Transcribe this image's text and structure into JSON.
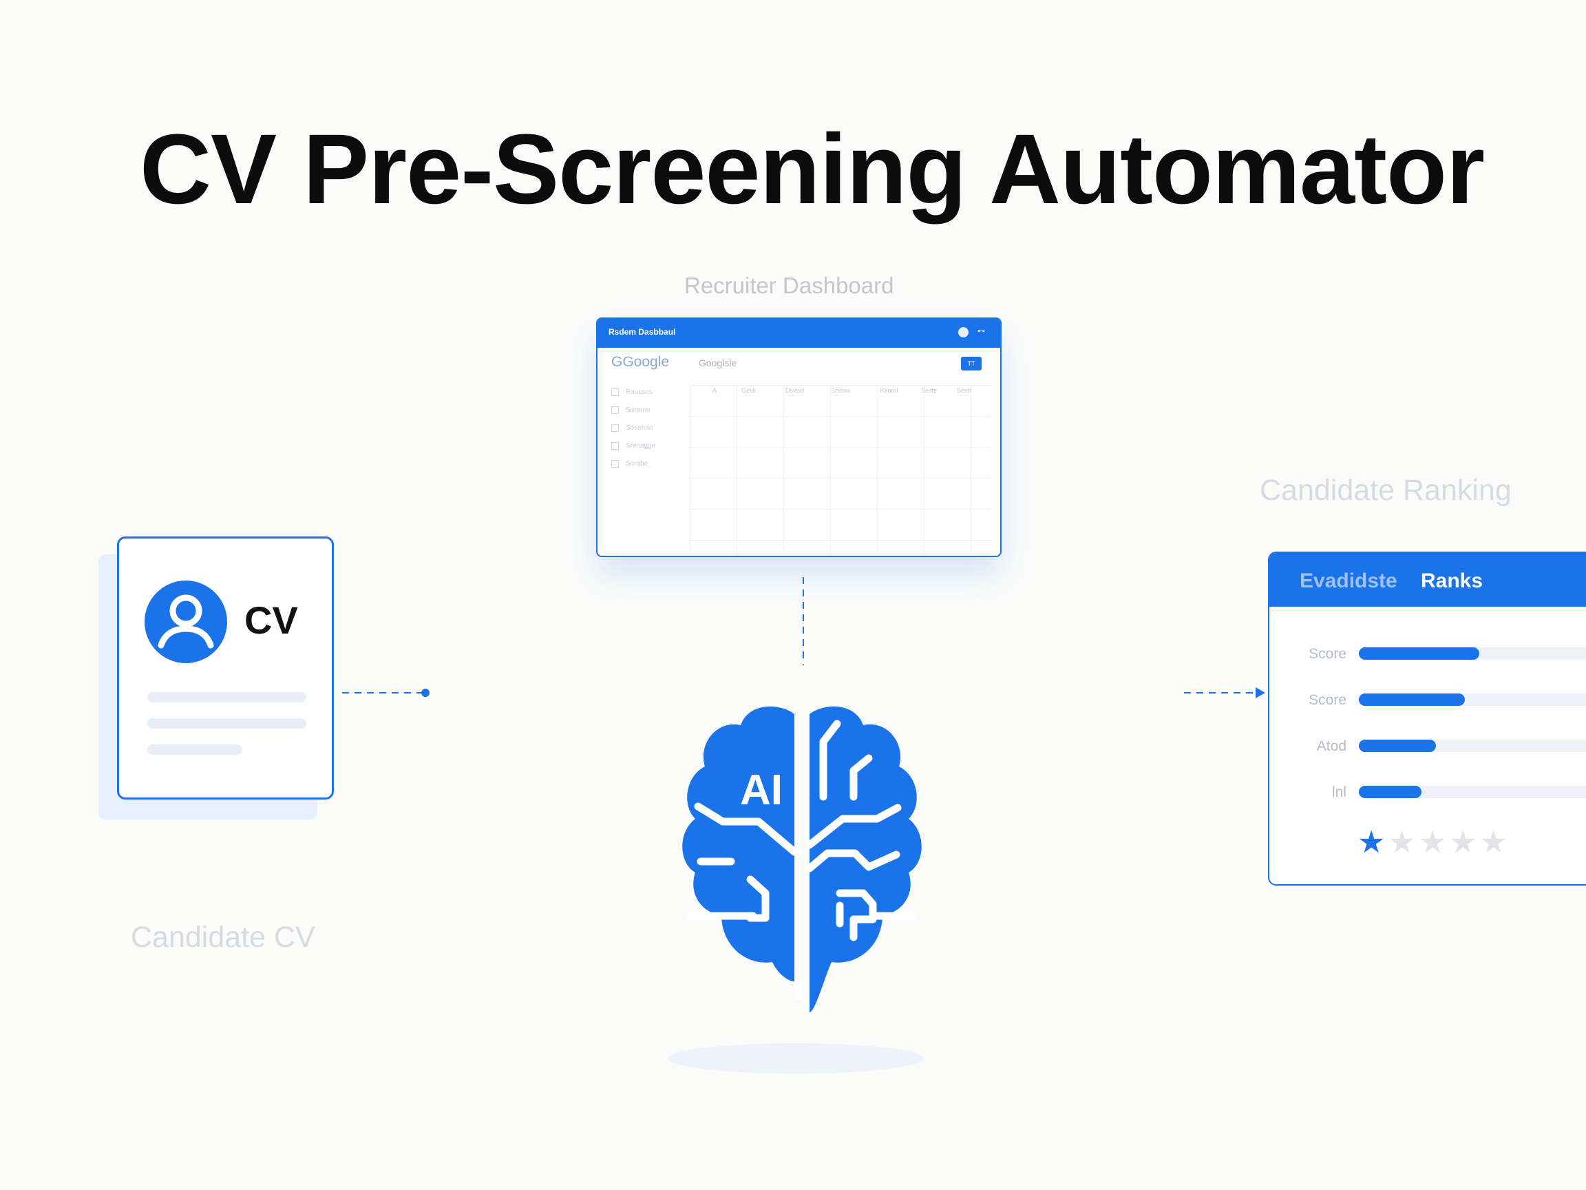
{
  "title": "CV Pre-Screening Automator",
  "labels": {
    "dashboard": "Recruiter Dashboard",
    "ranking": "Candidate Ranking",
    "cv": "Candidate CV"
  },
  "dashboard": {
    "bar_title": "Rsdem Dasbbaul",
    "bar_dots": "⊷",
    "logo": "GGoogle",
    "search_text": "Googlsle",
    "button_label": "TT",
    "sidebar": [
      "Rauuscs",
      "Sorarno",
      "Sosenan",
      "Srenagge",
      "Sorabe"
    ],
    "table_headers": [
      "A",
      "Gesk",
      "Dsvsid",
      "Srsosa",
      "Ranrol",
      "Sesfe",
      "Seeb"
    ]
  },
  "cv_card": {
    "badge_text": "CV",
    "icon": "user-avatar-icon"
  },
  "ai": {
    "text": "AI",
    "icon": "ai-brain-circuit-icon"
  },
  "ranking_panel": {
    "header_left": "Evadidste",
    "header_right": "Ranks",
    "rows": [
      {
        "label": "Score",
        "value": 0.5
      },
      {
        "label": "Score",
        "value": 0.44
      },
      {
        "label": "Atod",
        "value": 0.32
      },
      {
        "label": "lnl",
        "value": 0.26
      }
    ],
    "rating": {
      "filled": 1,
      "total": 5
    }
  },
  "colors": {
    "accent": "#1a73e8",
    "background": "#fbfcfa",
    "muted_label": "#d6dbe2"
  }
}
